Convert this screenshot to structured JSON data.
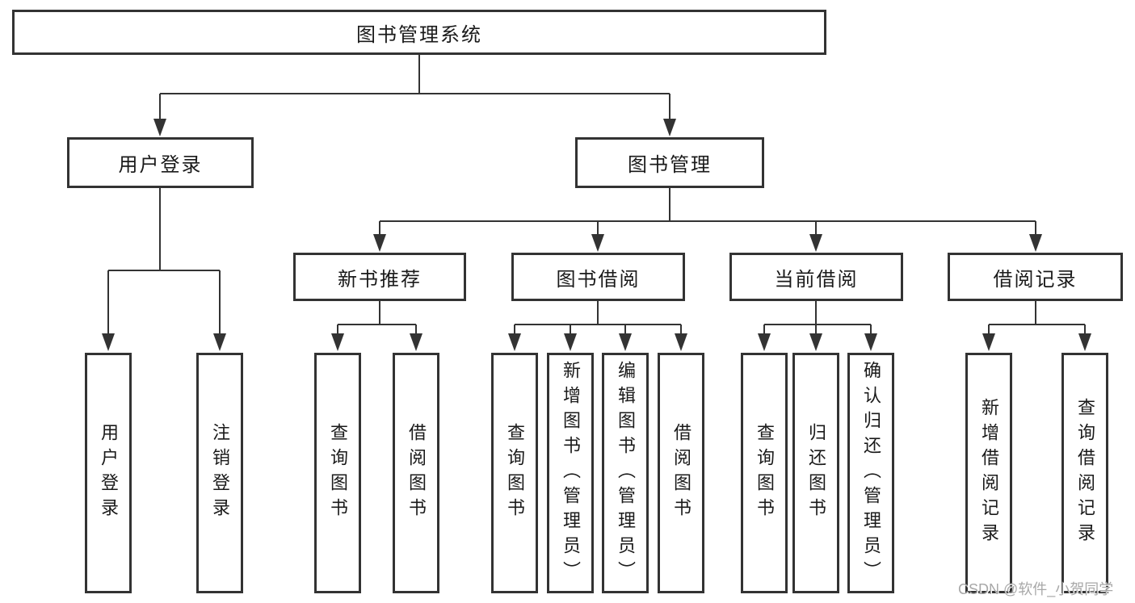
{
  "diagram": {
    "root": {
      "label": "图书管理系统"
    },
    "branches": [
      {
        "label": "用户登录",
        "children": [
          {
            "label": "用户登录"
          },
          {
            "label": "注销登录"
          }
        ]
      },
      {
        "label": "图书管理",
        "groups": [
          {
            "label": "新书推荐",
            "children": [
              {
                "label": "查询图书"
              },
              {
                "label": "借阅图书"
              }
            ]
          },
          {
            "label": "图书借阅",
            "children": [
              {
                "label": "查询图书"
              },
              {
                "label": "新增图书（管理员）"
              },
              {
                "label": "编辑图书（管理员）"
              },
              {
                "label": "借阅图书"
              }
            ]
          },
          {
            "label": "当前借阅",
            "children": [
              {
                "label": "查询图书"
              },
              {
                "label": "归还图书"
              },
              {
                "label": "确认归还（管理员）"
              }
            ]
          },
          {
            "label": "借阅记录",
            "children": [
              {
                "label": "新增借阅记录"
              },
              {
                "label": "查询借阅记录"
              }
            ]
          }
        ]
      }
    ]
  },
  "watermark": "CSDN @软件_小贺同学",
  "colors": {
    "line": "#333333",
    "box_border": "#333333",
    "text": "#1a1a1a",
    "background": "#ffffff",
    "watermark": "#9e9e9e"
  }
}
